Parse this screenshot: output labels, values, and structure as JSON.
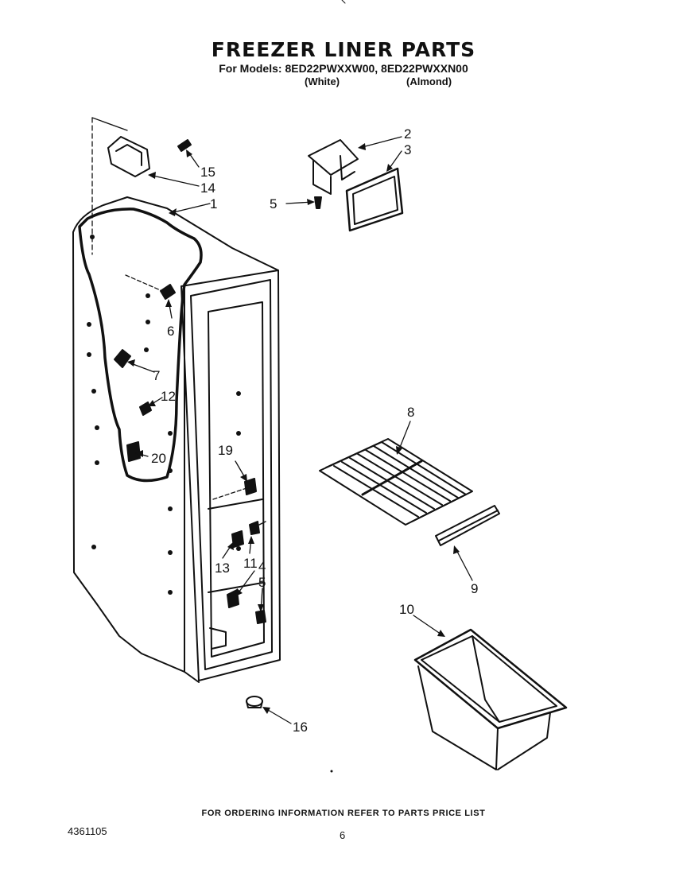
{
  "header": {
    "title": "FREEZER LINER PARTS",
    "models_line": "For Models: 8ED22PWXXW00, 8ED22PWXXN00",
    "variant_white": "(White)",
    "variant_almond": "(Almond)"
  },
  "callouts": [
    "1",
    "2",
    "3",
    "4",
    "5",
    "5",
    "6",
    "7",
    "8",
    "9",
    "10",
    "11",
    "12",
    "13",
    "14",
    "15",
    "16",
    "19",
    "20"
  ],
  "footer": {
    "note": "FOR ORDERING INFORMATION REFER TO PARTS PRICE LIST",
    "part_number": "4361105",
    "page_number": "6"
  },
  "colors": {
    "ink": "#111111",
    "background": "#ffffff"
  }
}
